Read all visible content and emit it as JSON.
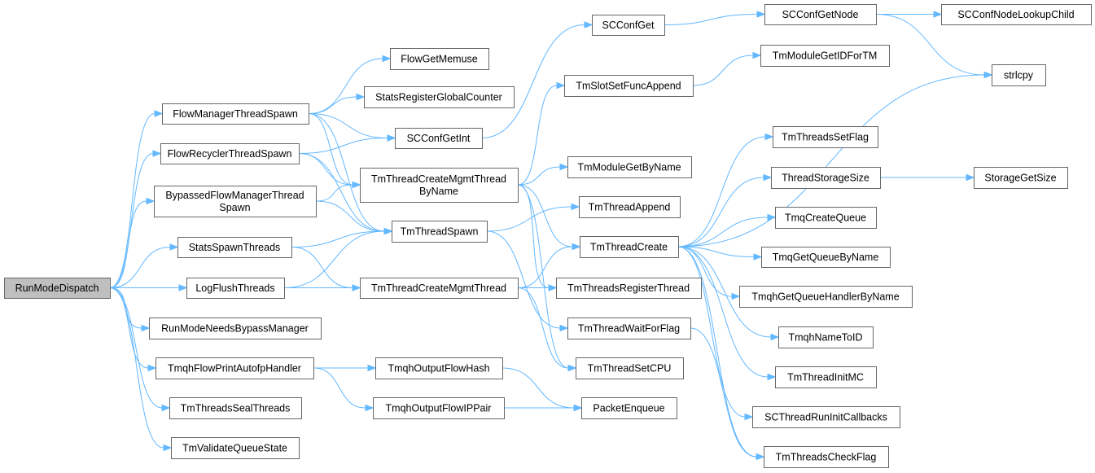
{
  "graph": {
    "root": "RunModeDispatch",
    "nodes": [
      {
        "id": "RunModeDispatch",
        "lines": [
          "RunModeDispatch"
        ]
      },
      {
        "id": "FlowManagerThreadSpawn",
        "lines": [
          "FlowManagerThreadSpawn"
        ]
      },
      {
        "id": "FlowRecyclerThreadSpawn",
        "lines": [
          "FlowRecyclerThreadSpawn"
        ]
      },
      {
        "id": "BypassedFlowManagerThreadSpawn",
        "lines": [
          "BypassedFlowManagerThread",
          "Spawn"
        ]
      },
      {
        "id": "StatsSpawnThreads",
        "lines": [
          "StatsSpawnThreads"
        ]
      },
      {
        "id": "LogFlushThreads",
        "lines": [
          "LogFlushThreads"
        ]
      },
      {
        "id": "RunModeNeedsBypassManager",
        "lines": [
          "RunModeNeedsBypassManager"
        ]
      },
      {
        "id": "TmqhFlowPrintAutofpHandler",
        "lines": [
          "TmqhFlowPrintAutofpHandler"
        ]
      },
      {
        "id": "TmThreadsSealThreads",
        "lines": [
          "TmThreadsSealThreads"
        ]
      },
      {
        "id": "TmValidateQueueState",
        "lines": [
          "TmValidateQueueState"
        ]
      },
      {
        "id": "FlowGetMemuse",
        "lines": [
          "FlowGetMemuse"
        ]
      },
      {
        "id": "StatsRegisterGlobalCounter",
        "lines": [
          "StatsRegisterGlobalCounter"
        ]
      },
      {
        "id": "SCConfGetInt",
        "lines": [
          "SCConfGetInt"
        ]
      },
      {
        "id": "TmThreadCreateMgmtThreadByName",
        "lines": [
          "TmThreadCreateMgmtThread",
          "ByName"
        ]
      },
      {
        "id": "TmThreadSpawn",
        "lines": [
          "TmThreadSpawn"
        ]
      },
      {
        "id": "TmThreadCreateMgmtThread",
        "lines": [
          "TmThreadCreateMgmtThread"
        ]
      },
      {
        "id": "TmqhOutputFlowHash",
        "lines": [
          "TmqhOutputFlowHash"
        ]
      },
      {
        "id": "TmqhOutputFlowIPPair",
        "lines": [
          "TmqhOutputFlowIPPair"
        ]
      },
      {
        "id": "SCConfGet",
        "lines": [
          "SCConfGet"
        ]
      },
      {
        "id": "TmSlotSetFuncAppend",
        "lines": [
          "TmSlotSetFuncAppend"
        ]
      },
      {
        "id": "TmModuleGetByName",
        "lines": [
          "TmModuleGetByName"
        ]
      },
      {
        "id": "TmThreadAppend",
        "lines": [
          "TmThreadAppend"
        ]
      },
      {
        "id": "TmThreadCreate",
        "lines": [
          "TmThreadCreate"
        ]
      },
      {
        "id": "TmThreadsRegisterThread",
        "lines": [
          "TmThreadsRegisterThread"
        ]
      },
      {
        "id": "TmThreadWaitForFlag",
        "lines": [
          "TmThreadWaitForFlag"
        ]
      },
      {
        "id": "TmThreadSetCPU",
        "lines": [
          "TmThreadSetCPU"
        ]
      },
      {
        "id": "PacketEnqueue",
        "lines": [
          "PacketEnqueue"
        ]
      },
      {
        "id": "SCConfGetNode",
        "lines": [
          "SCConfGetNode"
        ]
      },
      {
        "id": "TmModuleGetIDForTM",
        "lines": [
          "TmModuleGetIDForTM"
        ]
      },
      {
        "id": "TmThreadsSetFlag",
        "lines": [
          "TmThreadsSetFlag"
        ]
      },
      {
        "id": "ThreadStorageSize",
        "lines": [
          "ThreadStorageSize"
        ]
      },
      {
        "id": "TmqCreateQueue",
        "lines": [
          "TmqCreateQueue"
        ]
      },
      {
        "id": "TmqGetQueueByName",
        "lines": [
          "TmqGetQueueByName"
        ]
      },
      {
        "id": "TmqhGetQueueHandlerByName",
        "lines": [
          "TmqhGetQueueHandlerByName"
        ]
      },
      {
        "id": "TmqhNameToID",
        "lines": [
          "TmqhNameToID"
        ]
      },
      {
        "id": "TmThreadInitMC",
        "lines": [
          "TmThreadInitMC"
        ]
      },
      {
        "id": "SCThreadRunInitCallbacks",
        "lines": [
          "SCThreadRunInitCallbacks"
        ]
      },
      {
        "id": "TmThreadsCheckFlag",
        "lines": [
          "TmThreadsCheckFlag"
        ]
      },
      {
        "id": "SCConfNodeLookupChild",
        "lines": [
          "SCConfNodeLookupChild"
        ]
      },
      {
        "id": "strlcpy",
        "lines": [
          "strlcpy"
        ]
      },
      {
        "id": "StorageGetSize",
        "lines": [
          "StorageGetSize"
        ]
      }
    ],
    "edges": [
      [
        "RunModeDispatch",
        "FlowManagerThreadSpawn"
      ],
      [
        "RunModeDispatch",
        "FlowRecyclerThreadSpawn"
      ],
      [
        "RunModeDispatch",
        "BypassedFlowManagerThreadSpawn"
      ],
      [
        "RunModeDispatch",
        "StatsSpawnThreads"
      ],
      [
        "RunModeDispatch",
        "LogFlushThreads"
      ],
      [
        "RunModeDispatch",
        "RunModeNeedsBypassManager"
      ],
      [
        "RunModeDispatch",
        "TmqhFlowPrintAutofpHandler"
      ],
      [
        "RunModeDispatch",
        "TmThreadsSealThreads"
      ],
      [
        "RunModeDispatch",
        "TmValidateQueueState"
      ],
      [
        "FlowManagerThreadSpawn",
        "FlowGetMemuse"
      ],
      [
        "FlowManagerThreadSpawn",
        "StatsRegisterGlobalCounter"
      ],
      [
        "FlowManagerThreadSpawn",
        "SCConfGetInt"
      ],
      [
        "FlowManagerThreadSpawn",
        "TmThreadCreateMgmtThreadByName"
      ],
      [
        "FlowManagerThreadSpawn",
        "TmThreadSpawn"
      ],
      [
        "FlowRecyclerThreadSpawn",
        "SCConfGetInt"
      ],
      [
        "FlowRecyclerThreadSpawn",
        "TmThreadCreateMgmtThreadByName"
      ],
      [
        "FlowRecyclerThreadSpawn",
        "TmThreadSpawn"
      ],
      [
        "BypassedFlowManagerThreadSpawn",
        "TmThreadCreateMgmtThreadByName"
      ],
      [
        "BypassedFlowManagerThreadSpawn",
        "TmThreadSpawn"
      ],
      [
        "StatsSpawnThreads",
        "TmThreadSpawn"
      ],
      [
        "StatsSpawnThreads",
        "TmThreadCreateMgmtThread"
      ],
      [
        "LogFlushThreads",
        "TmThreadSpawn"
      ],
      [
        "LogFlushThreads",
        "TmThreadCreateMgmtThread"
      ],
      [
        "TmqhFlowPrintAutofpHandler",
        "TmqhOutputFlowHash"
      ],
      [
        "TmqhFlowPrintAutofpHandler",
        "TmqhOutputFlowIPPair"
      ],
      [
        "SCConfGetInt",
        "SCConfGet"
      ],
      [
        "TmThreadCreateMgmtThreadByName",
        "TmSlotSetFuncAppend"
      ],
      [
        "TmThreadCreateMgmtThreadByName",
        "TmModuleGetByName"
      ],
      [
        "TmThreadCreateMgmtThreadByName",
        "TmThreadCreate"
      ],
      [
        "TmThreadCreateMgmtThreadByName",
        "TmThreadsRegisterThread"
      ],
      [
        "TmThreadCreateMgmtThreadByName",
        "TmThreadSetCPU"
      ],
      [
        "TmThreadSpawn",
        "TmThreadAppend"
      ],
      [
        "TmThreadSpawn",
        "TmThreadWaitForFlag"
      ],
      [
        "TmThreadCreateMgmtThread",
        "TmThreadCreate"
      ],
      [
        "TmThreadCreateMgmtThread",
        "TmThreadsRegisterThread"
      ],
      [
        "TmThreadCreateMgmtThread",
        "TmThreadSetCPU"
      ],
      [
        "TmqhOutputFlowHash",
        "PacketEnqueue"
      ],
      [
        "TmqhOutputFlowIPPair",
        "PacketEnqueue"
      ],
      [
        "SCConfGet",
        "SCConfGetNode"
      ],
      [
        "SCConfGetNode",
        "SCConfNodeLookupChild"
      ],
      [
        "SCConfGetNode",
        "strlcpy"
      ],
      [
        "TmSlotSetFuncAppend",
        "TmModuleGetIDForTM"
      ],
      [
        "TmThreadCreate",
        "strlcpy"
      ],
      [
        "TmThreadCreate",
        "TmThreadsSetFlag"
      ],
      [
        "TmThreadCreate",
        "ThreadStorageSize"
      ],
      [
        "TmThreadCreate",
        "TmqCreateQueue"
      ],
      [
        "TmThreadCreate",
        "TmqGetQueueByName"
      ],
      [
        "TmThreadCreate",
        "TmqhGetQueueHandlerByName"
      ],
      [
        "TmThreadCreate",
        "TmqhNameToID"
      ],
      [
        "TmThreadCreate",
        "TmThreadInitMC"
      ],
      [
        "TmThreadCreate",
        "SCThreadRunInitCallbacks"
      ],
      [
        "TmThreadCreate",
        "TmThreadsCheckFlag"
      ],
      [
        "TmThreadWaitForFlag",
        "TmThreadsCheckFlag"
      ],
      [
        "ThreadStorageSize",
        "StorageGetSize"
      ]
    ]
  },
  "colors": {
    "edge": "#63b8ff",
    "root_fill": "#bfbfbf",
    "node_fill": "#ffffff",
    "node_border": "#666666"
  }
}
